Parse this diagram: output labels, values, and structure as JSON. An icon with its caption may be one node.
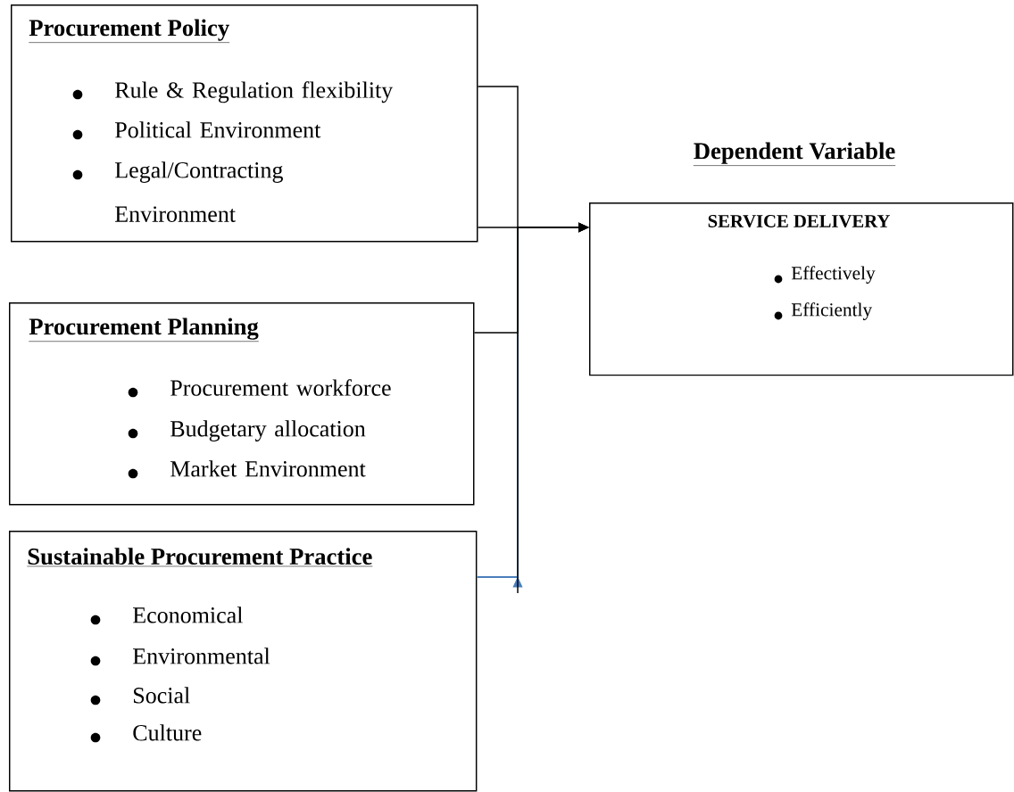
{
  "diagram": {
    "nodes": [
      {
        "text": [
          "Procurement Policy",
          "Rule & Regulation flexibility",
          "Political Environment",
          "Legal/Contracting Environment"
        ]
      },
      {
        "text": [
          "Dependent Variable",
          "SERVICE DELIVERY",
          "Effectively",
          "Efficiently"
        ]
      },
      {
        "text": [
          "Procurement Planning",
          "Procurement workforce",
          "Budgetary allocation",
          "Market Environment"
        ]
      },
      {
        "text": [
          "Sustainable Procurement Practice",
          "Economical",
          "Environmental",
          "Social",
          "Culture"
        ]
      }
    ],
    "edges": [
      {
        "from": 0,
        "to": 1,
        "arrow": "to"
      },
      {
        "from": 0,
        "to": 1,
        "arrow": "to"
      },
      {
        "from": 2,
        "to": 1,
        "arrow": "to"
      },
      {
        "from": 3,
        "to": 1,
        "arrow": "to",
        "color": "#4a7ebb"
      }
    ]
  }
}
